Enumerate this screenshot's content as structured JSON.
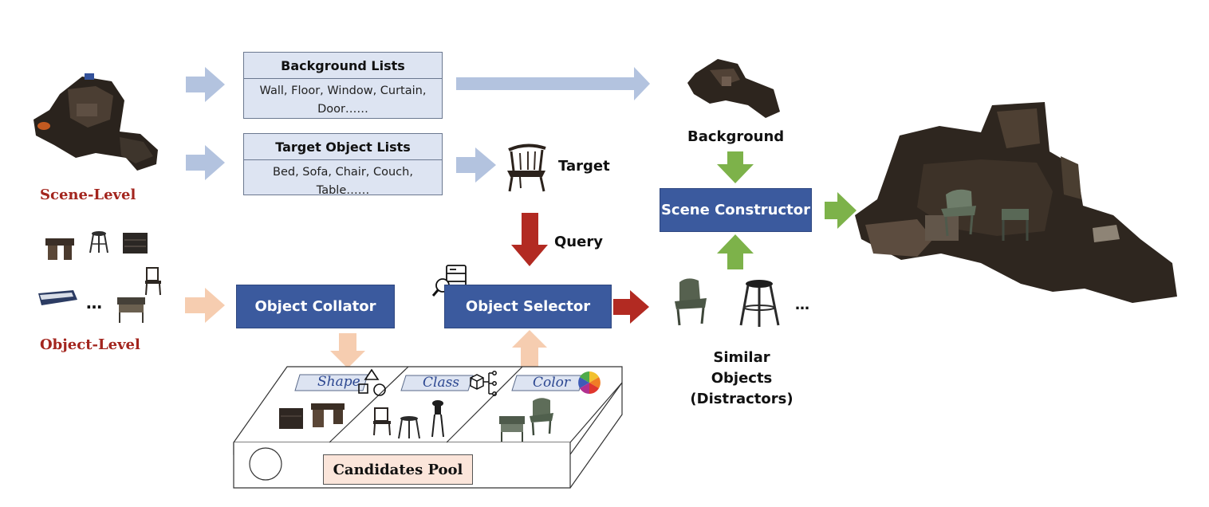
{
  "background_list": {
    "title": "Background Lists",
    "line1": "Wall, Floor, Window,  Curtain,",
    "line2": "Door……"
  },
  "target_list": {
    "title": "Target Object Lists",
    "line1": "Bed, Sofa, Chair, Couch,",
    "line2": "Table……"
  },
  "labels": {
    "scene_level": "Scene-Level",
    "object_level": "Object-Level",
    "background": "Background",
    "target": "Target",
    "query": "Query",
    "similar_objects_1": "Similar Objects",
    "similar_objects_2": "(Distractors)",
    "ellipsis_left": "…",
    "ellipsis_right": "…"
  },
  "buttons": {
    "object_collator": "Object Collator",
    "object_selector": "Object Selector",
    "scene_constructor": "Scene Constructor"
  },
  "pool": {
    "title": "Candidates Pool",
    "tab_shape": "Shape",
    "tab_class": "Class",
    "tab_color": "Color"
  },
  "colors": {
    "light_blue_arrow": "#b3c3df",
    "peach_arrow": "#f6cdb0",
    "red_arrow": "#b22a22",
    "green_arrow": "#7db24a",
    "button_blue": "#3b5a9e",
    "list_fill": "#dde4f2"
  }
}
